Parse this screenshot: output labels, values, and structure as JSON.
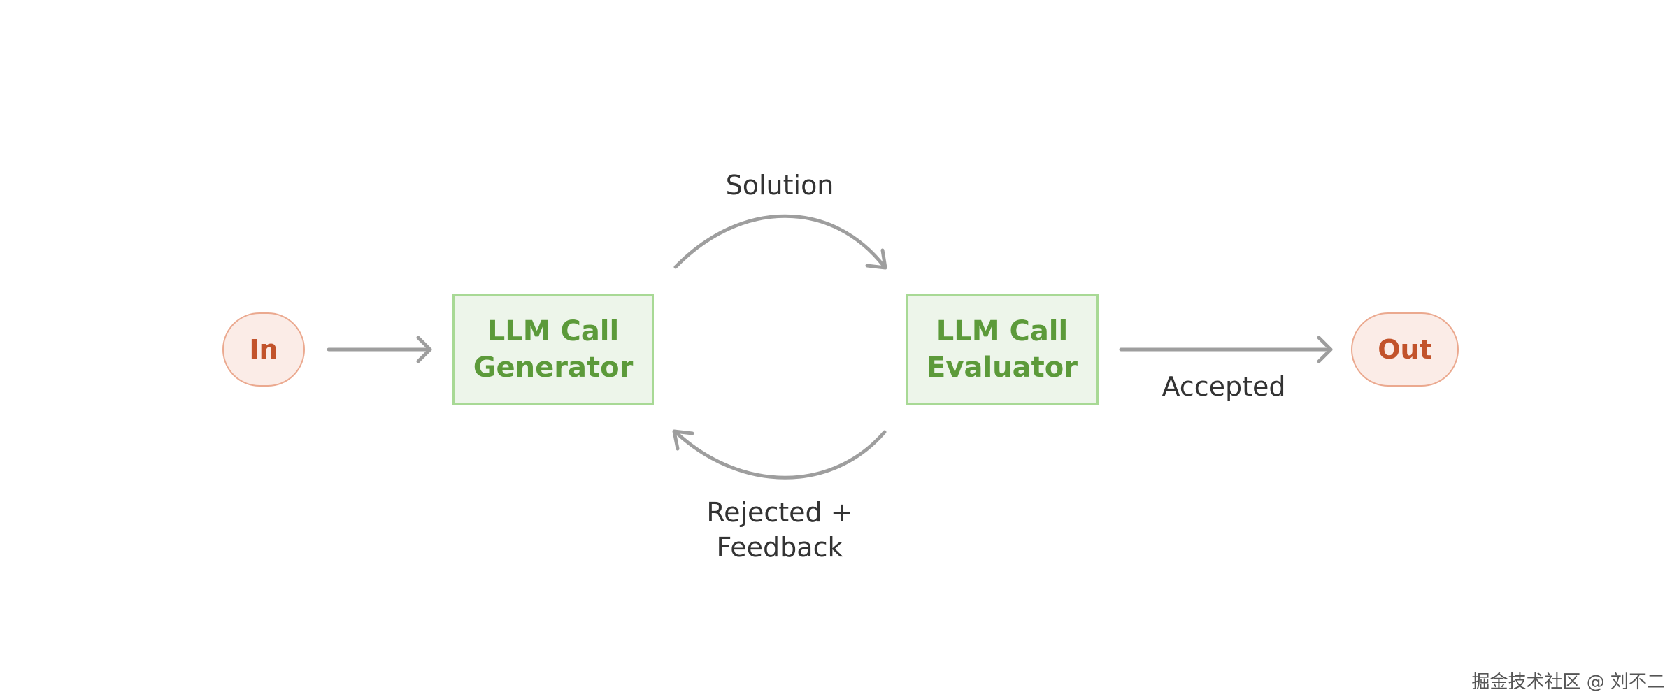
{
  "colors": {
    "terminal_border": "#eba98f",
    "terminal_fill": "#fbece7",
    "terminal_text": "#c2532b",
    "box_border": "#a8d995",
    "box_fill": "#edf5ea",
    "box_text": "#5c9a3a",
    "arrow": "#9e9e9e",
    "label_text": "#333333",
    "watermark_text": "#555555"
  },
  "nodes": {
    "input": {
      "label": "In"
    },
    "generator": {
      "line1": "LLM Call",
      "line2": "Generator"
    },
    "evaluator": {
      "line1": "LLM Call",
      "line2": "Evaluator"
    },
    "output": {
      "label": "Out"
    }
  },
  "edges": {
    "solution": {
      "label": "Solution"
    },
    "feedback": {
      "line1": "Rejected +",
      "line2": "Feedback"
    },
    "accepted": {
      "label": "Accepted"
    }
  },
  "watermark": "掘金技术社区 @ 刘不二"
}
